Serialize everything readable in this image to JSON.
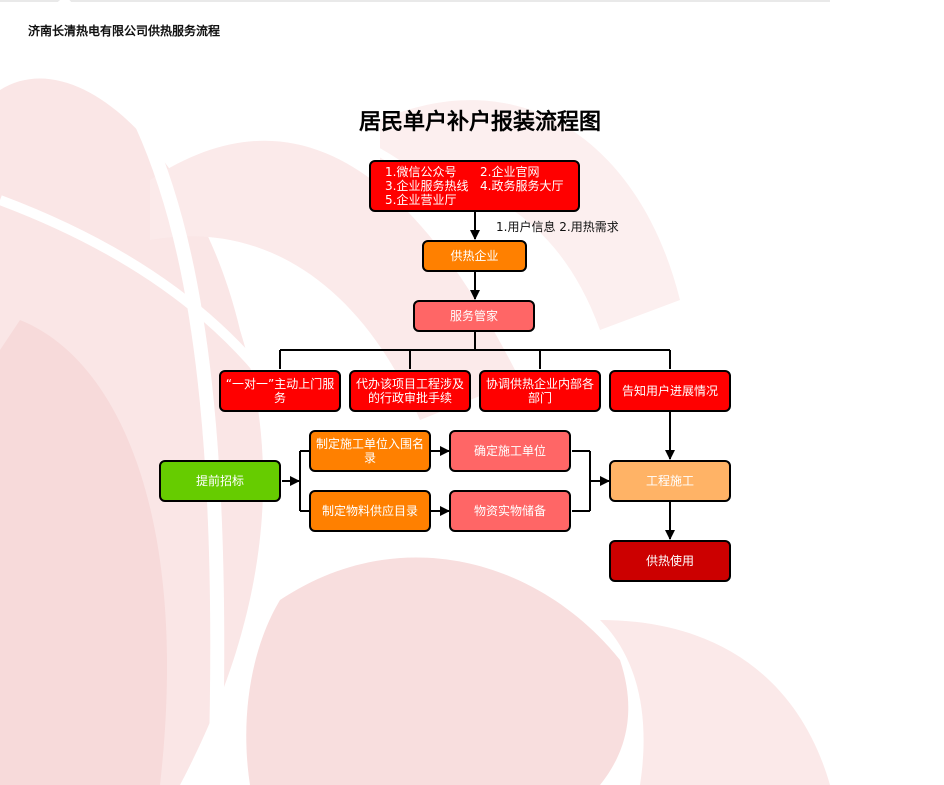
{
  "header": {
    "company_title": "济南长清热电有限公司供热服务流程"
  },
  "diagram": {
    "title": "居民单户补户报装流程图",
    "channels": [
      "1.微信公众号",
      "2.企业官网",
      "3.企业服务热线",
      "4.政务服务大厅",
      "5.企业营业厅"
    ],
    "edge_label": "1.用户信息  2.用热需求",
    "nodes": {
      "supplier": "供热企业",
      "butler": "服务管家",
      "one_to_one": "“一对一”主动上门服务",
      "agency": "代办该项目工程涉及的行政审批手续",
      "coordinate": "协调供热企业内部各部门",
      "notify": "告知用户进展情况",
      "bidding": "提前招标",
      "contractor_list": "制定施工单位入围名录",
      "confirm_contractor": "确定施工单位",
      "material_list": "制定物料供应目录",
      "material_reserve": "物资实物储备",
      "construction": "工程施工",
      "heating_use": "供热使用"
    },
    "colors": {
      "red": "#ff0000",
      "orange": "#ff8000",
      "salmon": "#ff6666",
      "green": "#66cc00",
      "peach": "#ffb366",
      "dark_red": "#cc0000"
    }
  }
}
